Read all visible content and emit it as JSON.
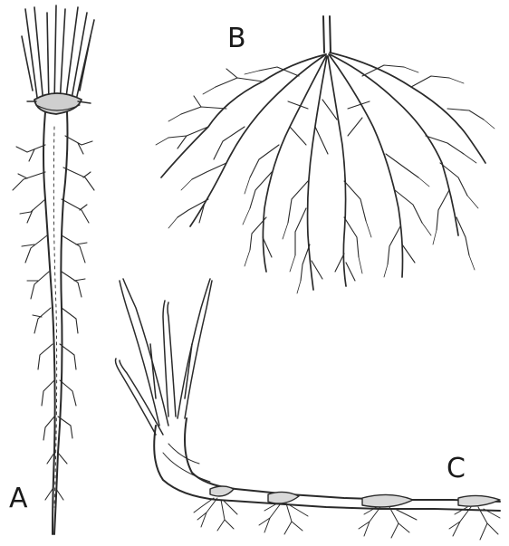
{
  "panels": [
    {
      "id": "A",
      "label": "A",
      "depicts": "taproot-system"
    },
    {
      "id": "B",
      "label": "B",
      "depicts": "fibrous-root-system"
    },
    {
      "id": "C",
      "label": "C",
      "depicts": "rhizome-with-adventitious-roots"
    }
  ],
  "colors": {
    "ink": "#2a2a2a",
    "background": "#ffffff"
  }
}
